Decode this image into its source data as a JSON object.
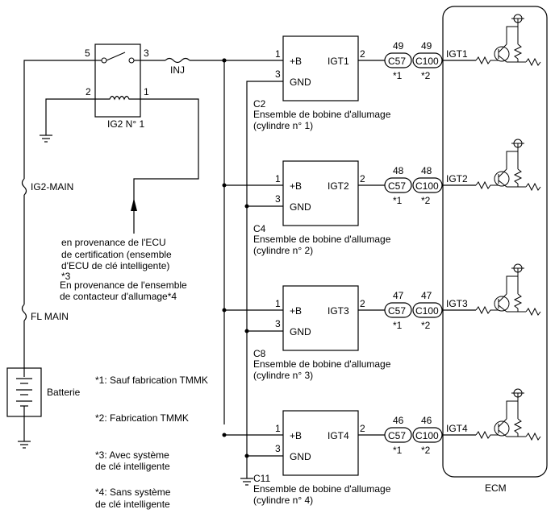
{
  "relay": {
    "label": "IG2 N° 1",
    "pin5": "5",
    "pin3": "3",
    "pin2": "2",
    "pin1": "1"
  },
  "fuses": {
    "inj": "INJ",
    "ig2main": "IG2-MAIN",
    "flmain": "FL MAIN"
  },
  "battery": {
    "label": "Batterie"
  },
  "ecm": {
    "label": "ECM"
  },
  "source_note": {
    "line1": "en provenance de l'ECU",
    "line2": "de certification (ensemble",
    "line3": "d'ECU de clé intelligente)",
    "line4": "*3",
    "line5": "En provenance de l'ensemble",
    "line6": "de contacteur d'allumage*4"
  },
  "notes": {
    "n1": "*1: Sauf fabrication TMMK",
    "n2": "*2: Fabrication TMMK",
    "n3a": "*3: Avec système",
    "n3b": "de clé intelligente",
    "n4a": "*4: Sans système",
    "n4b": "de clé intelligente"
  },
  "coils": [
    {
      "code": "C2",
      "desc": "Ensemble de bobine d'allumage",
      "cyl": "(cylindre n° 1)",
      "b": "+B",
      "gnd": "GND",
      "out": "IGT1",
      "pin_b": "1",
      "pin_g": "3",
      "pin_o": "2",
      "c1": "C57",
      "c2": "C100",
      "p1": "49",
      "p2": "49",
      "m1": "*1",
      "m2": "*2",
      "sig": "IGT1"
    },
    {
      "code": "C4",
      "desc": "Ensemble de bobine d'allumage",
      "cyl": "(cylindre n° 2)",
      "b": "+B",
      "gnd": "GND",
      "out": "IGT2",
      "pin_b": "1",
      "pin_g": "3",
      "pin_o": "2",
      "c1": "C57",
      "c2": "C100",
      "p1": "48",
      "p2": "48",
      "m1": "*1",
      "m2": "*2",
      "sig": "IGT2"
    },
    {
      "code": "C8",
      "desc": "Ensemble de bobine d'allumage",
      "cyl": "(cylindre n° 3)",
      "b": "+B",
      "gnd": "GND",
      "out": "IGT3",
      "pin_b": "1",
      "pin_g": "3",
      "pin_o": "2",
      "c1": "C57",
      "c2": "C100",
      "p1": "47",
      "p2": "47",
      "m1": "*1",
      "m2": "*2",
      "sig": "IGT3"
    },
    {
      "code": "C11",
      "desc": "Ensemble de bobine d'allumage",
      "cyl": "(cylindre n° 4)",
      "b": "+B",
      "gnd": "GND",
      "out": "IGT4",
      "pin_b": "1",
      "pin_g": "3",
      "pin_o": "2",
      "c1": "C57",
      "c2": "C100",
      "p1": "46",
      "p2": "46",
      "m1": "*1",
      "m2": "*2",
      "sig": "IGT4"
    }
  ]
}
